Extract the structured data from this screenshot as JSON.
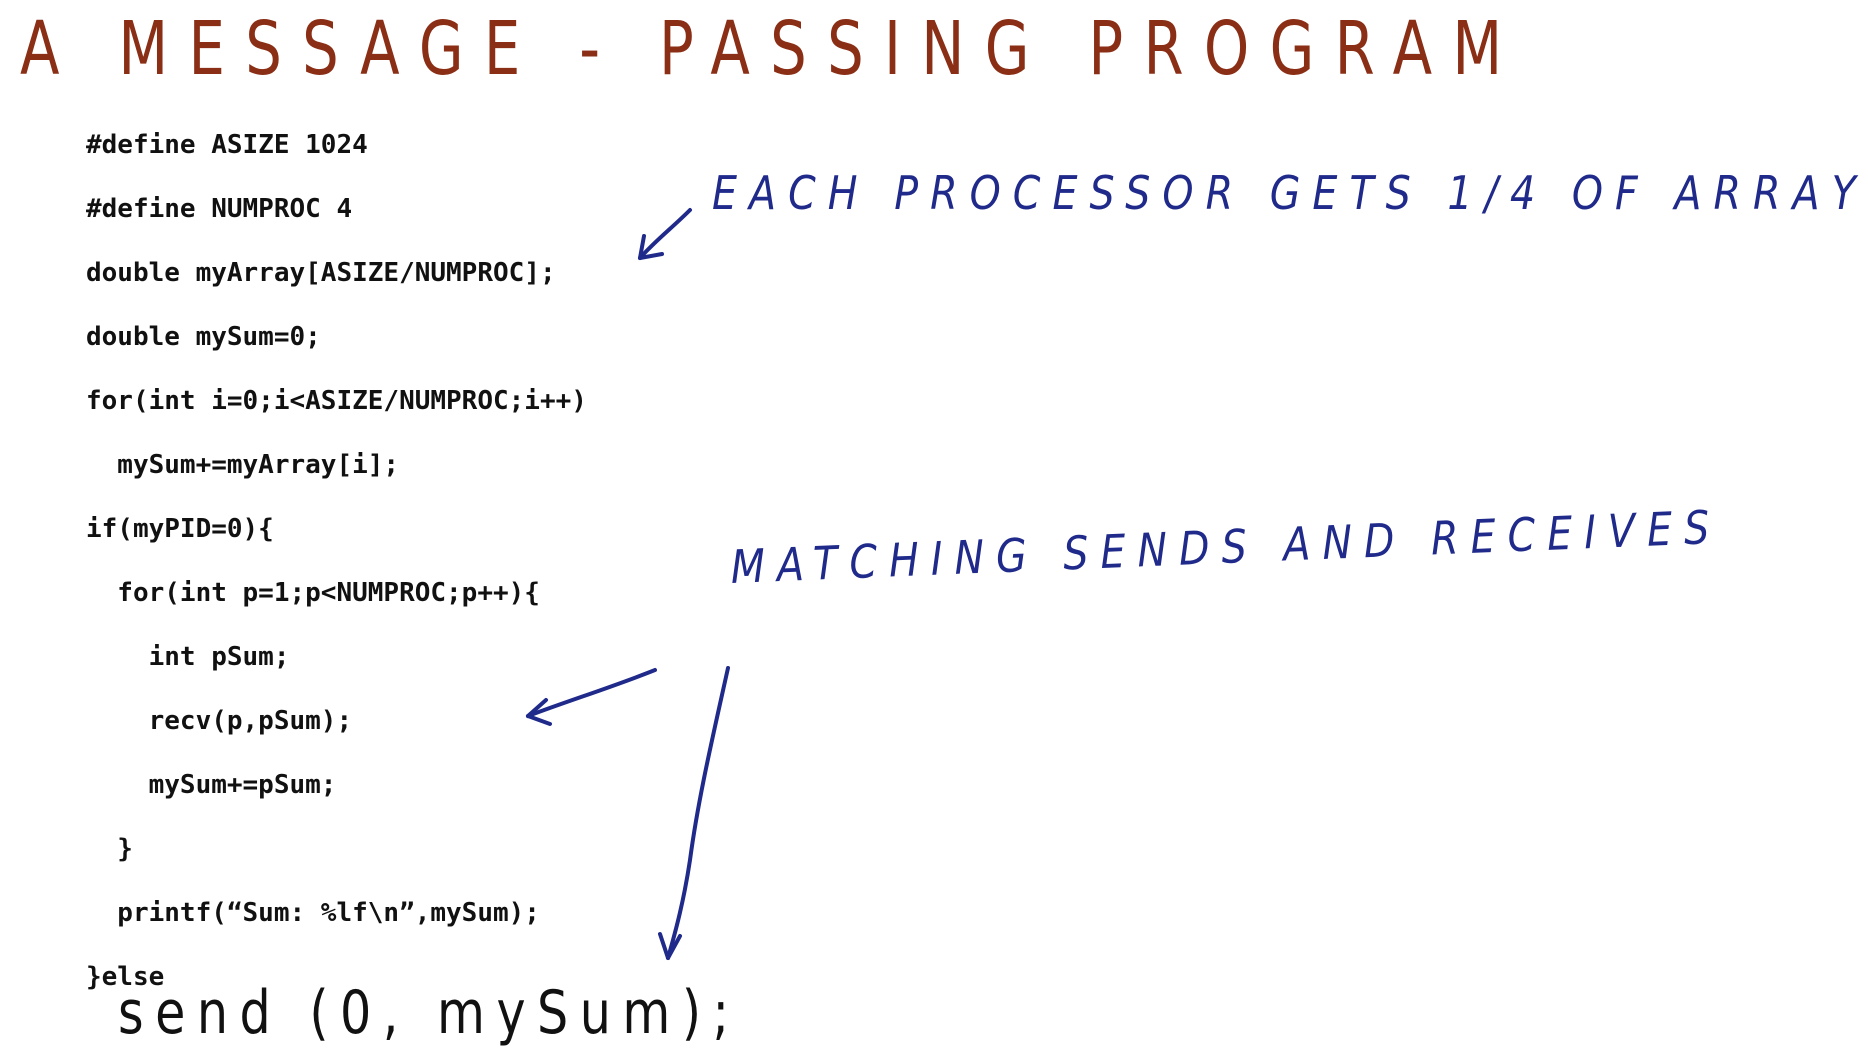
{
  "title": "A MESSAGE - PASSING PROGRAM",
  "code_lines": [
    "#define ASIZE 1024",
    "#define NUMPROC 4",
    "double myArray[ASIZE/NUMPROC];",
    "double mySum=0;",
    "for(int i=0;i<ASIZE/NUMPROC;i++)",
    "  mySum+=myArray[i];",
    "if(myPID=0){",
    "  for(int p=1;p<NUMPROC;p++){",
    "    int pSum;",
    "    recv(p,pSum);",
    "    mySum+=pSum;",
    "  }",
    "  printf(“Sum: %lf\\n”,mySum);",
    "}else"
  ],
  "handwritten_code": "send (0, mySum);",
  "annotations": {
    "array_note": "EACH PROCESSOR GETS 1/4 OF ARRAY",
    "matching_note": "MATCHING SENDS AND RECEIVES"
  },
  "colors": {
    "title": "#8a2e16",
    "annotation": "#1f2a8a",
    "code": "#111111"
  }
}
